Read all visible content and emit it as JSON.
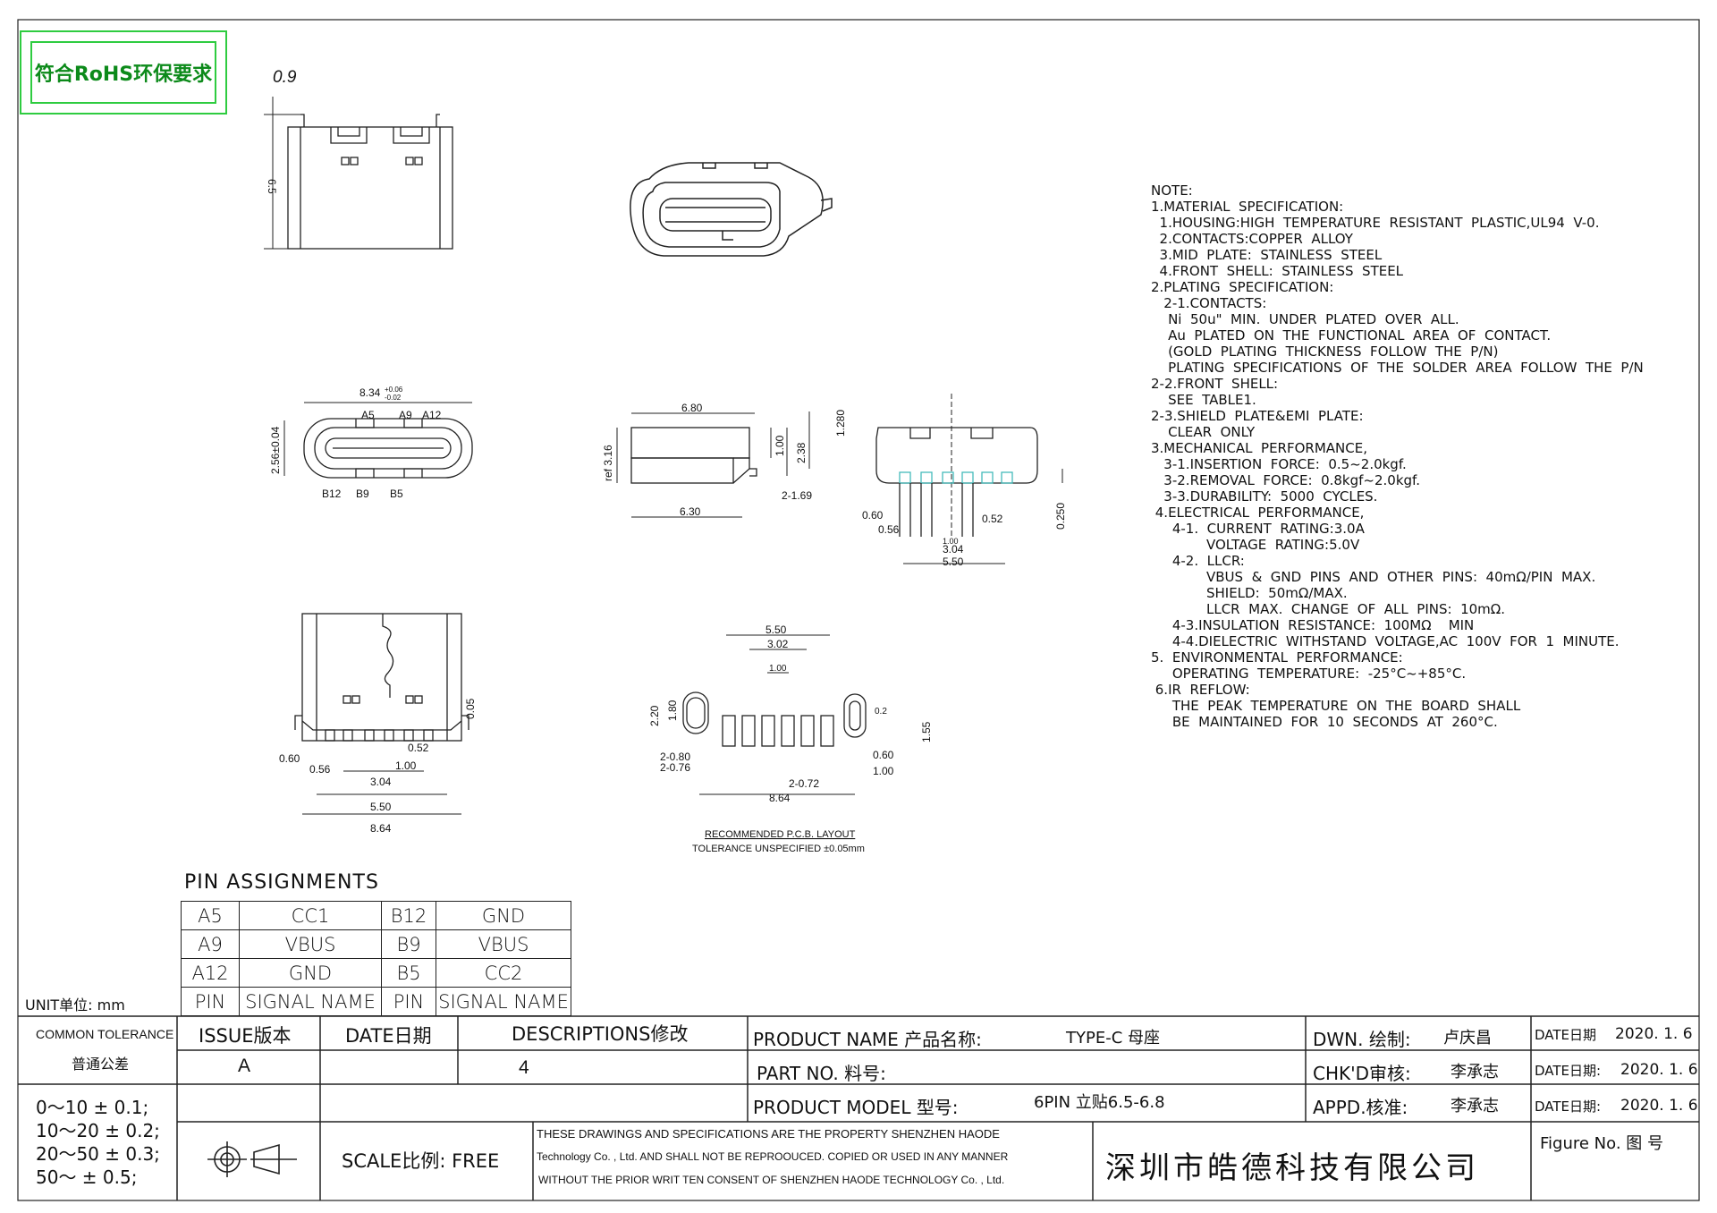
{
  "rohs_label": "符合RoHS环保要求",
  "dims": {
    "d09": "0.9",
    "d65": "6.5",
    "d834": "8.34",
    "d834_tol_up": "+0.06",
    "d834_tol_dn": "-0.02",
    "d256": "2.56±0.04",
    "a5": "A5",
    "a9": "A9",
    "a12": "A12",
    "b12": "B12",
    "b9": "B9",
    "b5": "B5",
    "d680": "6.80",
    "d630": "6.30",
    "ref316": "ref 3.16",
    "d100": "1.00",
    "d238": "2.38",
    "d1280": "1.280",
    "d2169": "2-1.69",
    "d060": "0.60",
    "d056": "0.56",
    "d100b": "1.00",
    "d304": "3.04",
    "d550": "5.50",
    "d052": "0.52",
    "d0250": "0.250",
    "d005": "0.05",
    "d864": "8.64",
    "p550": "5.50",
    "p302": "3.02",
    "p100": "1.00",
    "p220": "2.20",
    "p180": "1.80",
    "p02": "0.2",
    "p155": "1.55",
    "p2080": "2-0.80",
    "p2076": "2-0.76",
    "p2072": "2-0.72",
    "p060": "0.60",
    "p100b": "1.00",
    "p864": "8.64",
    "pcb_title": "RECOMMENDED  P.C.B. LAYOUT",
    "pcb_tol": "TOLERANCE UNSPECIFIED ±0.05mm"
  },
  "notes": [
    "NOTE:",
    "1.MATERIAL  SPECIFICATION:",
    "  1.HOUSING:HIGH  TEMPERATURE  RESISTANT  PLASTIC,UL94  V-0.",
    "  2.CONTACTS:COPPER  ALLOY",
    "  3.MID  PLATE:  STAINLESS  STEEL",
    "  4.FRONT  SHELL:  STAINLESS  STEEL",
    "2.PLATING  SPECIFICATION:",
    "   2-1.CONTACTS:",
    "    Ni  50u\"  MIN.  UNDER  PLATED  OVER  ALL.",
    "    Au  PLATED  ON  THE  FUNCTIONAL  AREA  OF  CONTACT.",
    "    (GOLD  PLATING  THICKNESS  FOLLOW  THE  P/N)",
    "    PLATING  SPECIFICATIONS  OF  THE  SOLDER  AREA  FOLLOW  THE  P/N",
    "2-2.FRONT  SHELL:",
    "    SEE  TABLE1.",
    "2-3.SHIELD  PLATE&EMI  PLATE:",
    "    CLEAR  ONLY",
    "3.MECHANICAL  PERFORMANCE,",
    "   3-1.INSERTION  FORCE:  0.5~2.0kgf.",
    "   3-2.REMOVAL  FORCE:  0.8kgf~2.0kgf.",
    "   3-3.DURABILITY:  5000  CYCLES.",
    " 4.ELECTRICAL  PERFORMANCE,",
    "     4-1.  CURRENT  RATING:3.0A",
    "             VOLTAGE  RATING:5.0V",
    "     4-2.  LLCR:",
    "             VBUS  &  GND  PINS  AND  OTHER  PINS:  40mΩ/PIN  MAX.",
    "             SHIELD:  50mΩ/MAX.",
    "             LLCR  MAX.  CHANGE  OF  ALL  PINS:  10mΩ.",
    "     4-3.INSULATION  RESISTANCE:  100MΩ    MIN",
    "     4-4.DIELECTRIC  WITHSTAND  VOLTAGE,AC  100V  FOR  1  MINUTE.",
    "5.  ENVIRONMENTAL  PERFORMANCE:",
    "     OPERATING  TEMPERATURE:  -25°C~+85°C.",
    " 6.IR  REFLOW:",
    "     THE  PEAK  TEMPERATURE  ON  THE  BOARD  SHALL",
    "     BE  MAINTAINED  FOR  10  SECONDS  AT  260°C."
  ],
  "pin_assignments": {
    "title": "PIN  ASSIGNMENTS",
    "rows": [
      [
        "A5",
        "CC1",
        "B12",
        "GND"
      ],
      [
        "A9",
        "VBUS",
        "B9",
        "VBUS"
      ],
      [
        "A12",
        "GND",
        "B5",
        "CC2"
      ],
      [
        "PIN",
        "SIGNAL NAME",
        "PIN",
        "SIGNAL NAME"
      ]
    ]
  },
  "title_block": {
    "unit": "UNIT单位: mm",
    "common_tolerance": "COMMON TOLERANCE",
    "common_tolerance_cn": "普通公差",
    "tolerances": [
      "0～10    ± 0.1;",
      "10～20  ± 0.2;",
      "20～50  ± 0.3;",
      "50～      ± 0.5;"
    ],
    "issue_label": "ISSUE版本",
    "issue_value": "A",
    "date_label": "DATE日期",
    "desc_label": "DESCRIPTIONS修改",
    "desc_value": "4",
    "scale": "SCALE比例: FREE",
    "product_name_label": "PRODUCT NAME  产品名称:",
    "product_name": "TYPE-C 母座",
    "part_no_label": "PART NO.   料号:",
    "product_model_label": "PRODUCT MODEL 型号:",
    "product_model": "6PIN 立贴6.5-6.8",
    "property_notice": [
      "THESE DRAWINGS AND SPECIFICATIONS ARE THE PROPERTY SHENZHEN HAODE",
      "Technology Co. , Ltd. AND SHALL NOT BE REPROOUCED. COPIED OR USED IN ANY MANNER",
      "WITHOUT   THE PRIOR WRIT TEN CONSENT OF  SHENZHEN HAODE TECHNOLOGY Co. , Ltd."
    ],
    "company": "深圳市皓德科技有限公司",
    "dwn_label": "DWN. 绘制:",
    "dwn": "卢庆昌",
    "chk_label": "CHK'D审核:",
    "chk": "李承志",
    "appd_label": "APPD.核准:",
    "appd": "李承志",
    "date_dwn_label": "DATE日期",
    "date_dwn": "2020. 1. 6",
    "date_chk_label": "DATE日期:",
    "date_chk": "2020. 1. 6",
    "date_appd_label": "DATE日期:",
    "date_appd": "2020. 1. 6",
    "figure_no": "Figure No.   图 号"
  }
}
